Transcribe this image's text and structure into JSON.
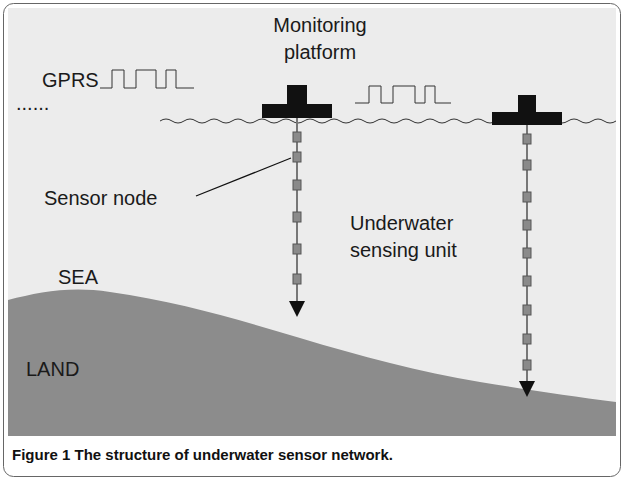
{
  "diagram": {
    "caption": "Figure 1 The structure of underwater sensor network.",
    "labels": [
      "Monitoring platform",
      "GPRS",
      "......",
      "Sensor node",
      "SEA",
      "Underwater sensing unit",
      "LAND"
    ]
  }
}
